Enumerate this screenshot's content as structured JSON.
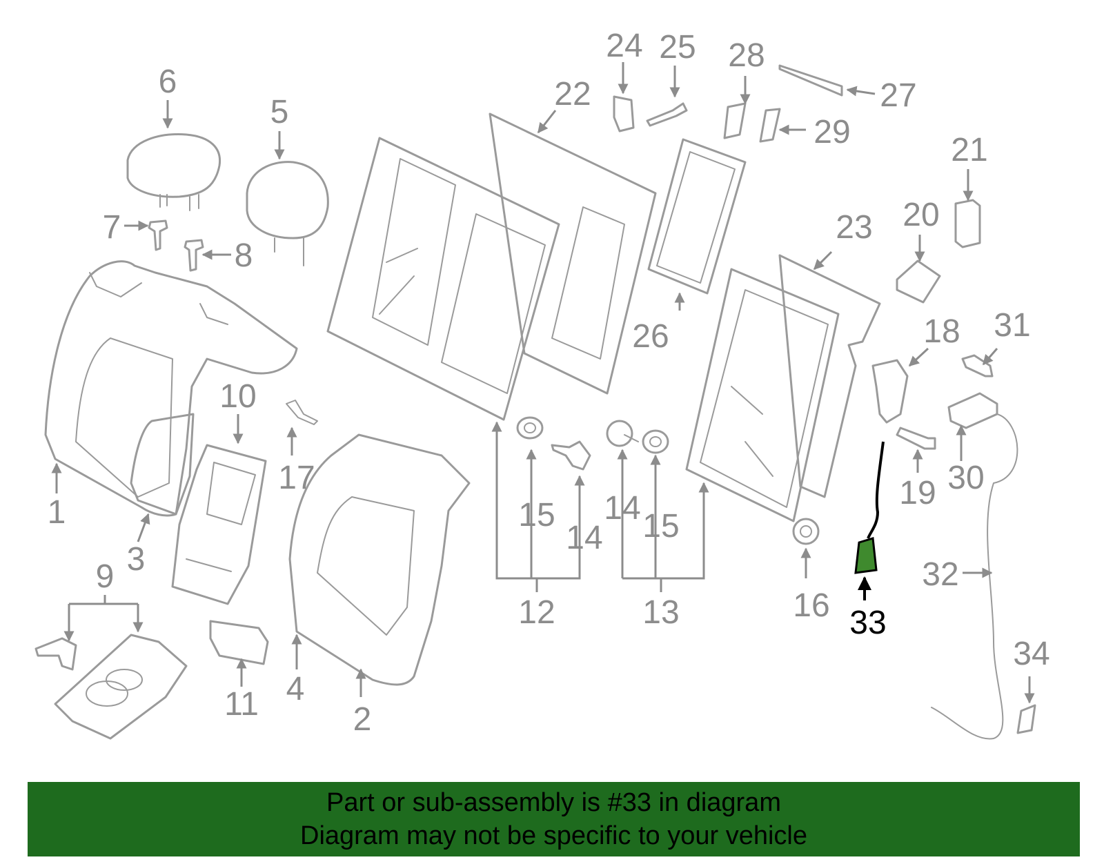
{
  "diagram": {
    "labels": [
      "1",
      "2",
      "3",
      "4",
      "5",
      "6",
      "7",
      "8",
      "9",
      "10",
      "11",
      "12",
      "13",
      "14",
      "14",
      "15",
      "15",
      "16",
      "17",
      "18",
      "19",
      "20",
      "21",
      "22",
      "23",
      "24",
      "25",
      "26",
      "27",
      "28",
      "29",
      "30",
      "31",
      "32",
      "33",
      "34"
    ],
    "highlighted_part": "33",
    "highlight_color": "#3f8a2e",
    "part_line_color": "#9a9a9a",
    "label_color": "#8c8c8c"
  },
  "footer": {
    "line1": "Part or sub-assembly is #33 in diagram",
    "line2": "Diagram may not be specific to your vehicle",
    "background": "#1e6b1e"
  }
}
